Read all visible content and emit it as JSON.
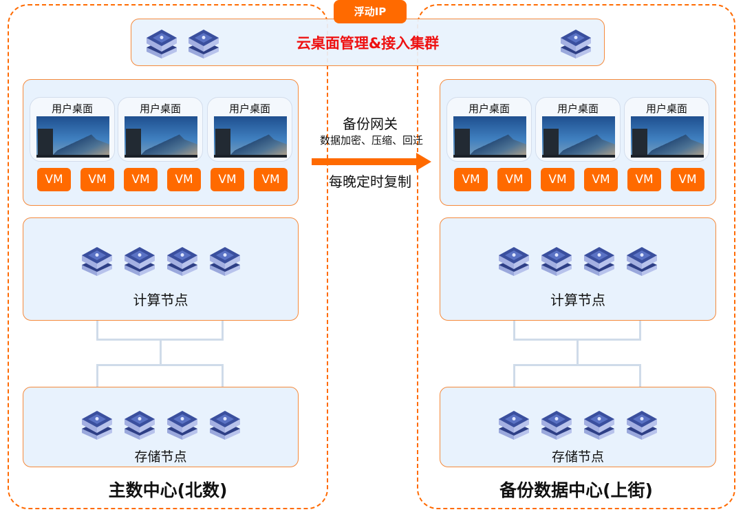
{
  "floating_ip": {
    "label": "浮动IP",
    "color": "#ff6a00"
  },
  "cluster": {
    "title": "云桌面管理&接入集群",
    "title_color": "#ee1111",
    "left_icons": [
      "server-stack-icon",
      "server-stack-icon"
    ],
    "right_icons": [
      "server-stack-icon"
    ]
  },
  "gateway": {
    "title": "备份网关",
    "subtitle": "数据加密、压缩、回迁",
    "schedule": "每晚定时复制",
    "arrow_icon": "arrow-right-icon",
    "direction": "primary-to-backup"
  },
  "datacenters": [
    {
      "title": "主数中心(北数)",
      "desktops": [
        {
          "label": "用户桌面"
        },
        {
          "label": "用户桌面"
        },
        {
          "label": "用户桌面"
        }
      ],
      "vms": [
        "VM",
        "VM",
        "VM",
        "VM",
        "VM",
        "VM"
      ],
      "compute": {
        "label": "计算节点",
        "count": 4
      },
      "storage": {
        "label": "存储节点",
        "count": 4
      }
    },
    {
      "title": "备份数据中心(上街)",
      "desktops": [
        {
          "label": "用户桌面"
        },
        {
          "label": "用户桌面"
        },
        {
          "label": "用户桌面"
        }
      ],
      "vms": [
        "VM",
        "VM",
        "VM",
        "VM",
        "VM",
        "VM"
      ],
      "compute": {
        "label": "计算节点",
        "count": 4
      },
      "storage": {
        "label": "存储节点",
        "count": 4
      }
    }
  ],
  "colors": {
    "accent": "#ff6a00",
    "panel_bg": "#e8f2fd",
    "panel_border": "#f5893a",
    "connector": "#cfdbe9",
    "server": "#3a4f9e"
  }
}
